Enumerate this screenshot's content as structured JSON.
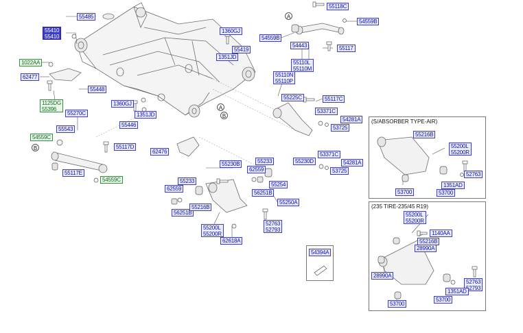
{
  "labels": {
    "p55485": "55485",
    "p55410_a": "55410",
    "p55410_b": "55410",
    "p1022AA": "1022AA",
    "p62477": "62477",
    "p55448": "55448",
    "p1125DG": "1125DG",
    "p55396": "55396",
    "p1360GJ_top": "1360GJ",
    "p55419": "55419",
    "p1351JD_top": "1351JD",
    "p55118C": "55118C",
    "p54559B_r": "54559B",
    "p54559B_l": "54559B",
    "p54443": "54443",
    "p55117": "55117",
    "p55110L": "55110L",
    "p55110M": "55110M",
    "p55110N": "55110N",
    "p55110P": "55110P",
    "p55225C": "55225C",
    "p55117C": "55117C",
    "p53371C_top": "53371C",
    "p54281A_top": "54281A",
    "p53725_top": "53725",
    "p55270C": "55270C",
    "p55543": "55543",
    "p54559C": "54559C",
    "p55117D": "55117D",
    "p55117E": "55117E",
    "p54559C_b": "54559C",
    "p1360GJ_mid": "1360GJ",
    "p1351JD_mid": "1351JD",
    "p55446": "55446",
    "p62476": "62476",
    "p55230B": "55230B",
    "p55233_a": "55233",
    "p62559_a": "62559",
    "p55233_b": "55233",
    "p62559_b": "62559",
    "p55230D": "55230D",
    "p53371C_mid": "53371C",
    "p54281A_mid": "54281A",
    "p53725_mid": "53725",
    "p55254": "55254",
    "p56251B_a": "56251B",
    "p56251B_b": "56251B",
    "p55216B_main": "55216B",
    "p55250A": "55250A",
    "p55200L_main": "55200L",
    "p55200R_main": "55200R",
    "p52763_main": "52763",
    "p52793_main": "52793",
    "p62618A": "62618A",
    "p54394A": "54394A",
    "p55216B_air": "55216B",
    "p55200L_air": "55200L",
    "p55200R_air": "55200R",
    "p52763_air": "52763",
    "p1351AD_air": "1351AD",
    "p53700_air_l": "53700",
    "p53700_air_r": "53700",
    "p55200L_tire": "55200L",
    "p55200R_tire": "55200R",
    "p1140AA": "1140AA",
    "p55216B_tire": "55216B",
    "p28990A_a": "28990A",
    "p28990A_b": "28990A",
    "p52763_tire": "52763",
    "p52793_tire": "52793",
    "p1351AD_tire": "1351AD",
    "p53700_tire_l": "53700",
    "p53700_tire_r": "53700"
  },
  "markers": {
    "A": "A",
    "B": "B"
  },
  "panels": {
    "air_title": "(S/ABSORBER TYPE-AIR)",
    "tire_title": "(235 TIRE-235/45 R19)"
  },
  "colors": {
    "label_border": "#3a3ad0",
    "label_fill": "#e9ecff",
    "label_text": "#0f0fa0",
    "green_border": "#2f8f3a",
    "selected_fill": "#3c3cc8"
  },
  "icons": [
    "bolt-icon",
    "nut-icon",
    "bushing-icon",
    "washer-icon",
    "rivet-icon"
  ]
}
